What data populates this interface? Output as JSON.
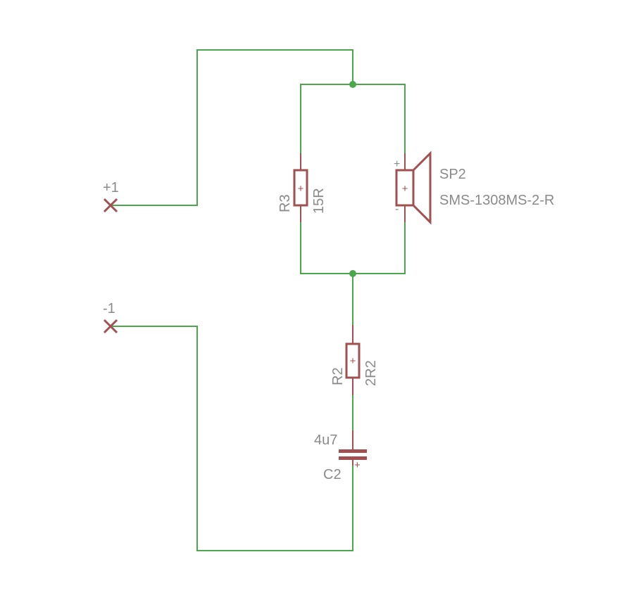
{
  "schematic": {
    "ports": {
      "pos": {
        "label": "+1"
      },
      "neg": {
        "label": "-1"
      }
    },
    "r3": {
      "name": "R3",
      "value": "15R",
      "marker": "+"
    },
    "r2": {
      "name": "R2",
      "value": "2R2",
      "marker": "+"
    },
    "c2": {
      "name": "C2",
      "value": "4u7",
      "marker": "+"
    },
    "sp2": {
      "name": "SP2",
      "value": "SMS-1308MS-2-R",
      "pin_plus": "+",
      "pin_minus": "-",
      "marker": "+"
    }
  },
  "colors": {
    "wire": "#4ca64c",
    "component": "#a05050",
    "label": "#8a8a8a"
  }
}
